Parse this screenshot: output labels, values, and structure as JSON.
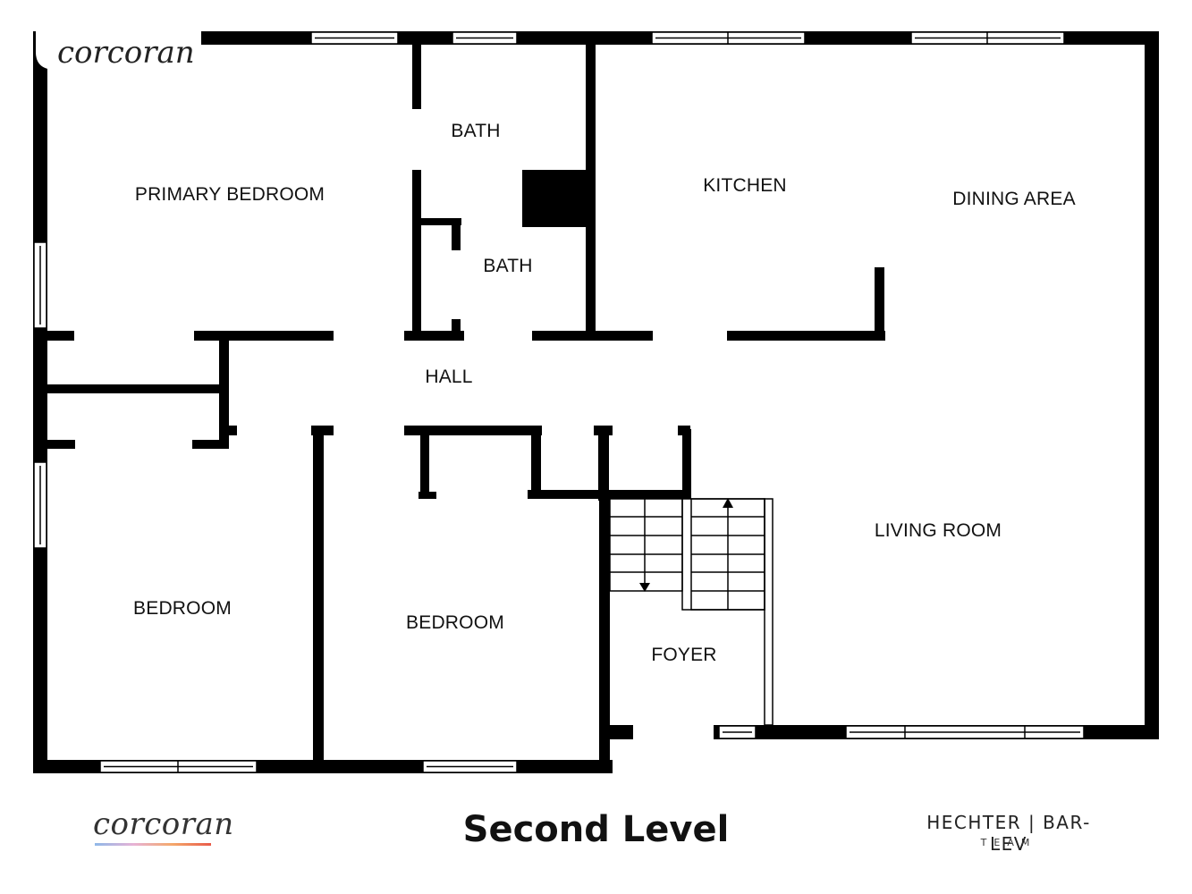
{
  "brand": {
    "top_logo": "corcoran",
    "bottom_logo": "corcoran"
  },
  "rooms": {
    "primary_bedroom": "PRIMARY BEDROOM",
    "bath_upper": "BATH",
    "bath_lower": "BATH",
    "kitchen": "KITCHEN",
    "dining_area": "DINING AREA",
    "hall": "HALL",
    "living_room": "LIVING ROOM",
    "bedroom_left": "BEDROOM",
    "bedroom_center": "BEDROOM",
    "foyer": "FOYER"
  },
  "footer": {
    "title": "Second Level",
    "team_name": "HECHTER | BAR-LEV",
    "team_sub": "TEAM"
  },
  "colors": {
    "wall": "#000000",
    "background": "#ffffff"
  }
}
